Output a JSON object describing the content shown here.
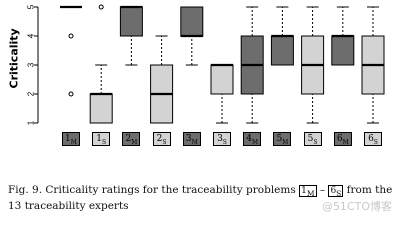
{
  "chart_data": {
    "type": "boxplot",
    "ylabel": "Criticality",
    "ylim": [
      1,
      5
    ],
    "yticks": [
      1,
      2,
      3,
      4,
      5
    ],
    "categories": [
      "1_M",
      "1_S",
      "2_M",
      "2_S",
      "3_M",
      "3_S",
      "4_M",
      "5_M",
      "5_S",
      "6_M",
      "6_S"
    ],
    "boxes": [
      {
        "label": "1_M",
        "fill": "#6d6d6d",
        "whisker_low": 5,
        "q1": 5,
        "median": 5,
        "q3": 5,
        "whisker_high": 5,
        "outliers": [
          4,
          2
        ]
      },
      {
        "label": "1_S",
        "fill": "#d3d3d3",
        "whisker_low": 1,
        "q1": 1,
        "median": 2,
        "q3": 2,
        "whisker_high": 3,
        "outliers": [
          5
        ]
      },
      {
        "label": "2_M",
        "fill": "#6d6d6d",
        "whisker_low": 3,
        "q1": 4,
        "median": 5,
        "q3": 5,
        "whisker_high": 5,
        "outliers": []
      },
      {
        "label": "2_S",
        "fill": "#d3d3d3",
        "whisker_low": 1,
        "q1": 1,
        "median": 2,
        "q3": 3,
        "whisker_high": 4,
        "outliers": []
      },
      {
        "label": "3_M",
        "fill": "#6d6d6d",
        "whisker_low": 3,
        "q1": 4,
        "median": 4,
        "q3": 5,
        "whisker_high": 5,
        "outliers": []
      },
      {
        "label": "3_S",
        "fill": "#d3d3d3",
        "whisker_low": 1,
        "q1": 2,
        "median": 3,
        "q3": 3,
        "whisker_high": 3,
        "outliers": []
      },
      {
        "label": "4_M",
        "fill": "#6d6d6d",
        "whisker_low": 1,
        "q1": 2,
        "median": 3,
        "q3": 4,
        "whisker_high": 5,
        "outliers": []
      },
      {
        "label": "5_M",
        "fill": "#6d6d6d",
        "whisker_low": 3,
        "q1": 3,
        "median": 4,
        "q3": 4,
        "whisker_high": 5,
        "outliers": []
      },
      {
        "label": "5_S",
        "fill": "#d3d3d3",
        "whisker_low": 1,
        "q1": 2,
        "median": 3,
        "q3": 4,
        "whisker_high": 5,
        "outliers": []
      },
      {
        "label": "6_M",
        "fill": "#6d6d6d",
        "whisker_low": 3,
        "q1": 3,
        "median": 4,
        "q3": 4,
        "whisker_high": 5,
        "outliers": []
      },
      {
        "label": "6_S",
        "fill": "#d3d3d3",
        "whisker_low": 1,
        "q1": 2,
        "median": 3,
        "q3": 4,
        "whisker_high": 5,
        "outliers": []
      }
    ],
    "grid": false
  },
  "category_labels": [
    {
      "num": "1",
      "sub": "M",
      "fill": "#6d6d6d"
    },
    {
      "num": "1",
      "sub": "S",
      "fill": "#d3d3d3"
    },
    {
      "num": "2",
      "sub": "M",
      "fill": "#6d6d6d"
    },
    {
      "num": "2",
      "sub": "S",
      "fill": "#d3d3d3"
    },
    {
      "num": "3",
      "sub": "M",
      "fill": "#6d6d6d"
    },
    {
      "num": "3",
      "sub": "S",
      "fill": "#d3d3d3"
    },
    {
      "num": "4",
      "sub": "M",
      "fill": "#6d6d6d"
    },
    {
      "num": "5",
      "sub": "M",
      "fill": "#6d6d6d"
    },
    {
      "num": "5",
      "sub": "S",
      "fill": "#d3d3d3"
    },
    {
      "num": "6",
      "sub": "M",
      "fill": "#6d6d6d"
    },
    {
      "num": "6",
      "sub": "S",
      "fill": "#d3d3d3"
    }
  ],
  "caption": {
    "prefix": "Fig. 9.   Criticality ratings for the traceability problems ",
    "range_start": "1",
    "range_start_sub": "M",
    "dash": " – ",
    "range_end": "6",
    "range_end_sub": "S",
    "suffix": " from the 13 traceability experts"
  },
  "watermark": "@51CTO博客"
}
